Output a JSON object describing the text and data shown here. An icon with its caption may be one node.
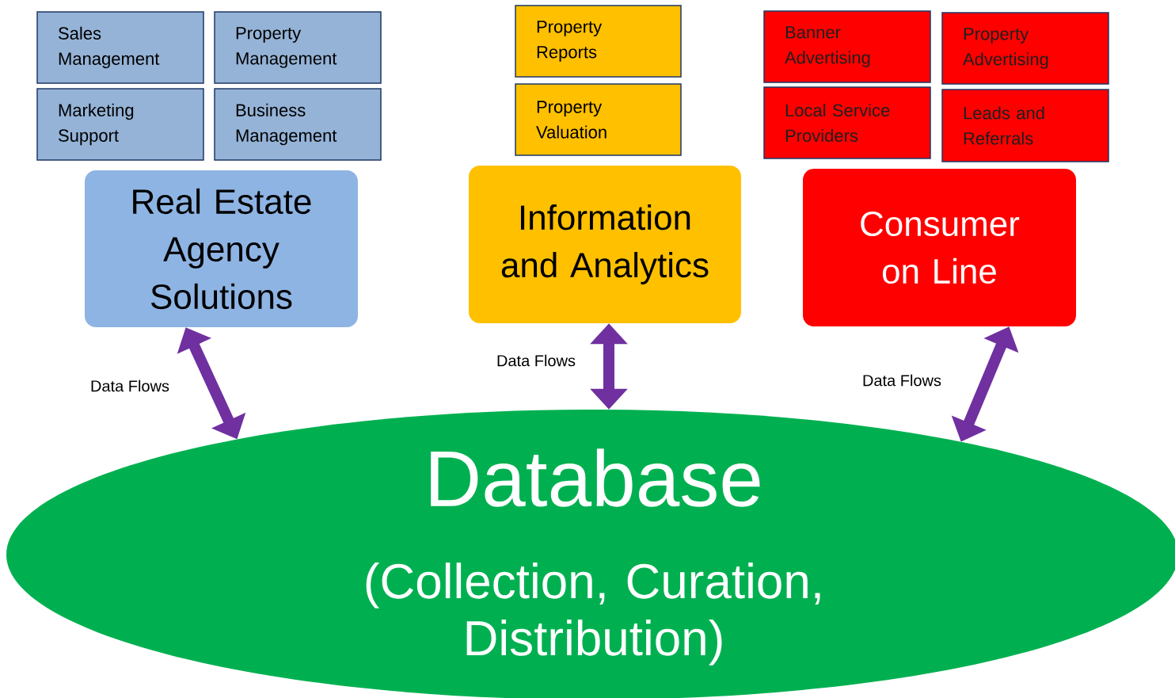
{
  "diagram": {
    "nodes": [
      {
        "text": [
          "Sales Management"
        ]
      },
      {
        "text": [
          "Property Management"
        ]
      },
      {
        "text": [
          "Marketing Support"
        ]
      },
      {
        "text": [
          "Business Management"
        ]
      },
      {
        "text": [
          "Real Estate Agency Solutions"
        ]
      },
      {
        "text": [
          "Property Reports"
        ]
      },
      {
        "text": [
          "Property Valuation"
        ]
      },
      {
        "text": [
          "Information and Analytics"
        ]
      },
      {
        "text": [
          "Banner Advertising"
        ]
      },
      {
        "text": [
          "Property Advertising"
        ]
      },
      {
        "text": [
          "Local Service Providers"
        ]
      },
      {
        "text": [
          "Leads and Referrals"
        ]
      },
      {
        "text": [
          "Consumer on Line"
        ]
      },
      {
        "text": [
          "Database",
          "(Collection, Curation, Distribution)"
        ]
      }
    ],
    "edges": [
      {
        "from": 4,
        "to": 13,
        "arrow": "both",
        "label": "Data Flows"
      },
      {
        "from": 7,
        "to": 13,
        "arrow": "both",
        "label": "Data Flows"
      },
      {
        "from": 12,
        "to": 13,
        "arrow": "both",
        "label": "Data Flows"
      }
    ]
  }
}
